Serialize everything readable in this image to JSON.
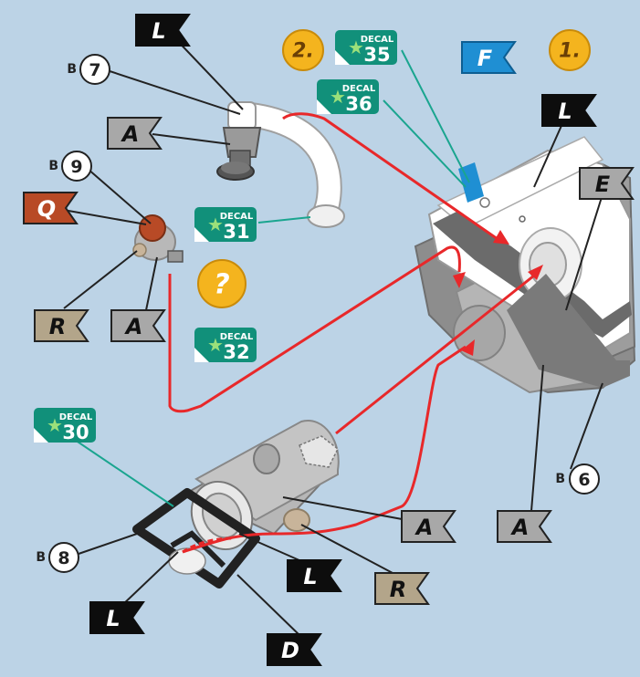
{
  "colors": {
    "background": "#bcd3e6",
    "flag_black": "#0d0d0d",
    "flag_grey": "#a8a8a8",
    "flag_tan": "#b3a58a",
    "flag_red": "#b84a26",
    "flag_blue": "#1f8fd3",
    "decal_green": "#11907a",
    "step_gold": "#f4b41e",
    "route_red": "#e8282a",
    "leader_teal": "#1aa58f",
    "part_grey": "#b5b5b5",
    "part_white": "#ffffff"
  },
  "step_badges": [
    {
      "id": "step-2",
      "label": "2."
    },
    {
      "id": "step-1",
      "label": "1."
    },
    {
      "id": "question",
      "label": "?"
    }
  ],
  "decals": [
    {
      "id": "decal-35",
      "title": "DECAL",
      "number": "35"
    },
    {
      "id": "decal-36",
      "title": "DECAL",
      "number": "36"
    },
    {
      "id": "decal-31",
      "title": "DECAL",
      "number": "31"
    },
    {
      "id": "decal-32",
      "title": "DECAL",
      "number": "32"
    },
    {
      "id": "decal-30",
      "title": "DECAL",
      "number": "30"
    }
  ],
  "flags": [
    {
      "id": "flag-L-top",
      "letter": "L",
      "style": "black"
    },
    {
      "id": "flag-A-left",
      "letter": "A",
      "style": "grey"
    },
    {
      "id": "flag-Q",
      "letter": "Q",
      "style": "red"
    },
    {
      "id": "flag-R-left",
      "letter": "R",
      "style": "tan"
    },
    {
      "id": "flag-A-mid",
      "letter": "A",
      "style": "grey"
    },
    {
      "id": "flag-F",
      "letter": "F",
      "style": "blue"
    },
    {
      "id": "flag-L-right",
      "letter": "L",
      "style": "black"
    },
    {
      "id": "flag-E",
      "letter": "E",
      "style": "grey"
    },
    {
      "id": "flag-A-bottom1",
      "letter": "A",
      "style": "grey"
    },
    {
      "id": "flag-A-bottom2",
      "letter": "A",
      "style": "grey"
    },
    {
      "id": "flag-R-bottom",
      "letter": "R",
      "style": "tan"
    },
    {
      "id": "flag-L-bottom1",
      "letter": "L",
      "style": "black"
    },
    {
      "id": "flag-L-bottom2",
      "letter": "L",
      "style": "black"
    },
    {
      "id": "flag-D",
      "letter": "D",
      "style": "black"
    }
  ],
  "part_callouts": [
    {
      "id": "part-7",
      "prefix": "B",
      "number": "7"
    },
    {
      "id": "part-9",
      "prefix": "B",
      "number": "9"
    },
    {
      "id": "part-8",
      "prefix": "B",
      "number": "8"
    },
    {
      "id": "part-6",
      "prefix": "B",
      "number": "6"
    }
  ]
}
